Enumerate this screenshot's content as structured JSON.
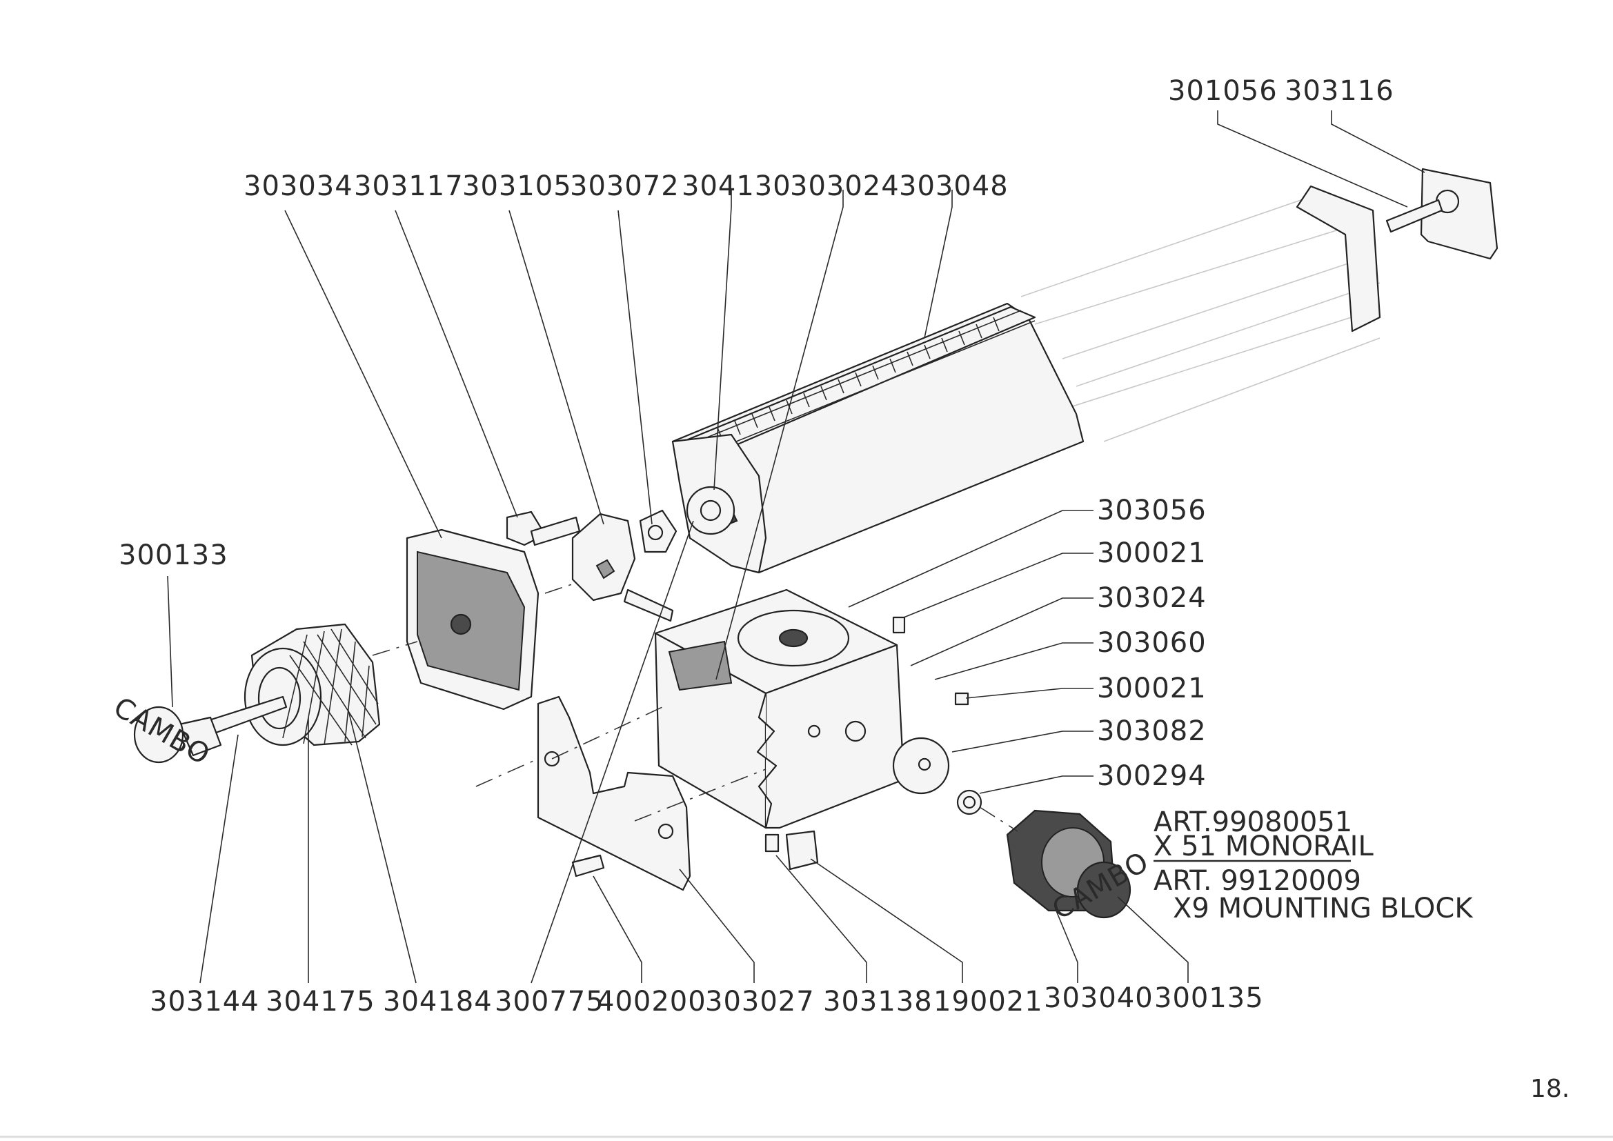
{
  "labels": {
    "top_right": [
      "301056",
      "303116"
    ],
    "top_row": [
      "303034",
      "303117",
      "303105",
      "303072",
      "304130",
      "303024",
      "303048"
    ],
    "left": "300133",
    "right_col": [
      "303056",
      "300021",
      "303024",
      "303060",
      "300021",
      "303082",
      "300294"
    ],
    "bottom_row": [
      "303144",
      "304175",
      "304184",
      "300775",
      "400200",
      "303027",
      "303138",
      "190021",
      "303040",
      "300135"
    ]
  },
  "title_block": {
    "art1": "ART.99080051",
    "name1": "X 51  MONORAIL",
    "art2": "ART. 99120009",
    "name2": "X9  MOUNTING BLOCK"
  },
  "cap_text": "CAMBO",
  "page_number": "18."
}
